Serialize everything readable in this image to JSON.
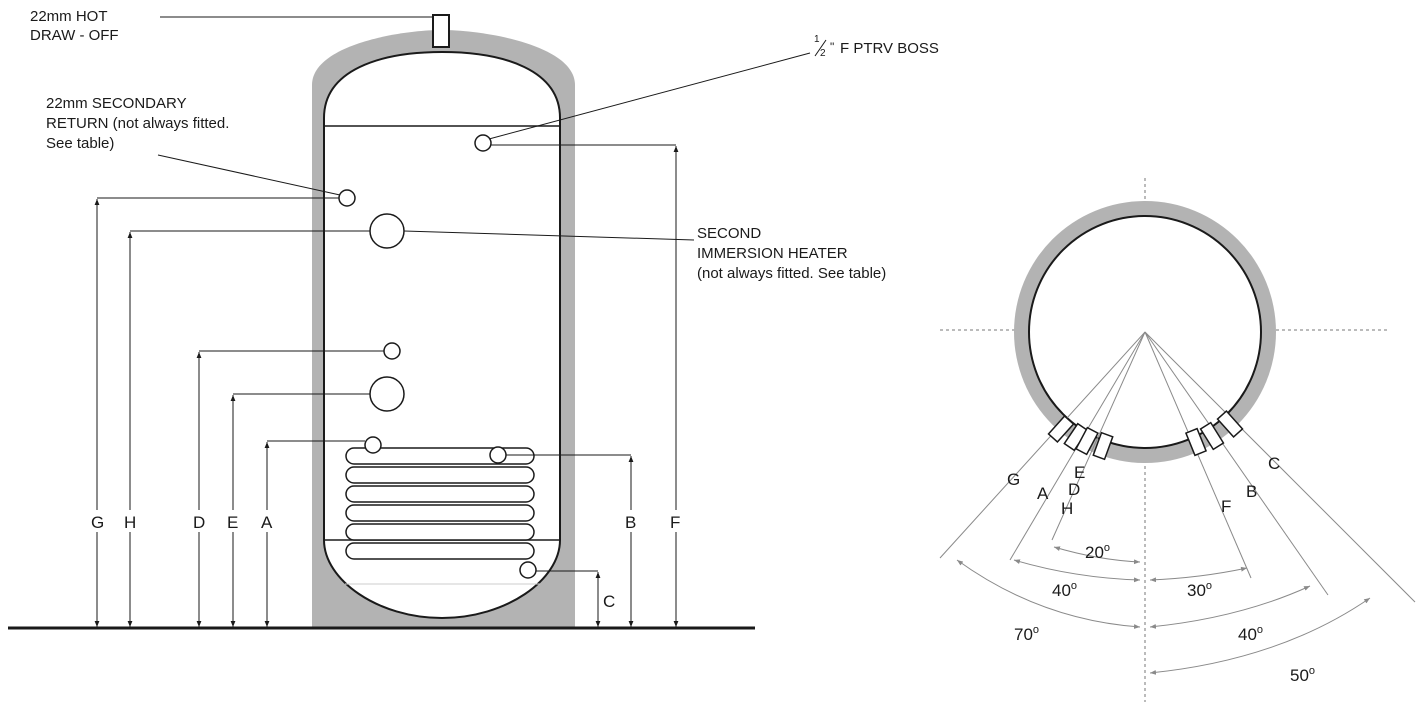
{
  "side_view": {
    "labels": {
      "hot_draw_off_line1": "22mm HOT",
      "hot_draw_off_line2": "DRAW - OFF",
      "ptrv_boss": "F PTRV BOSS",
      "ptrv_fraction_num": "1",
      "ptrv_fraction_den": "2",
      "ptrv_inch_mark": "\"",
      "secondary_return_line1": "22mm SECONDARY",
      "secondary_return_line2": "RETURN (not always fitted.",
      "secondary_return_line3": "See table)",
      "second_immersion_line1": "SECOND",
      "second_immersion_line2": "IMMERSION HEATER",
      "second_immersion_line3": "(not always fitted. See table)"
    },
    "dimensions": [
      "G",
      "H",
      "D",
      "E",
      "A",
      "B",
      "F",
      "C"
    ]
  },
  "plan_view": {
    "connection_labels": [
      "G",
      "A",
      "D",
      "E",
      "H",
      "F",
      "B",
      "C"
    ],
    "angles": [
      {
        "value": "20",
        "unit": "o"
      },
      {
        "value": "40",
        "unit": "o"
      },
      {
        "value": "30",
        "unit": "o"
      },
      {
        "value": "70",
        "unit": "o"
      },
      {
        "value": "40",
        "unit": "o"
      },
      {
        "value": "50",
        "unit": "o"
      }
    ]
  },
  "colors": {
    "insulation": "#b3b3b3",
    "line": "#1a1a1a",
    "guide": "#8a8a8a"
  }
}
